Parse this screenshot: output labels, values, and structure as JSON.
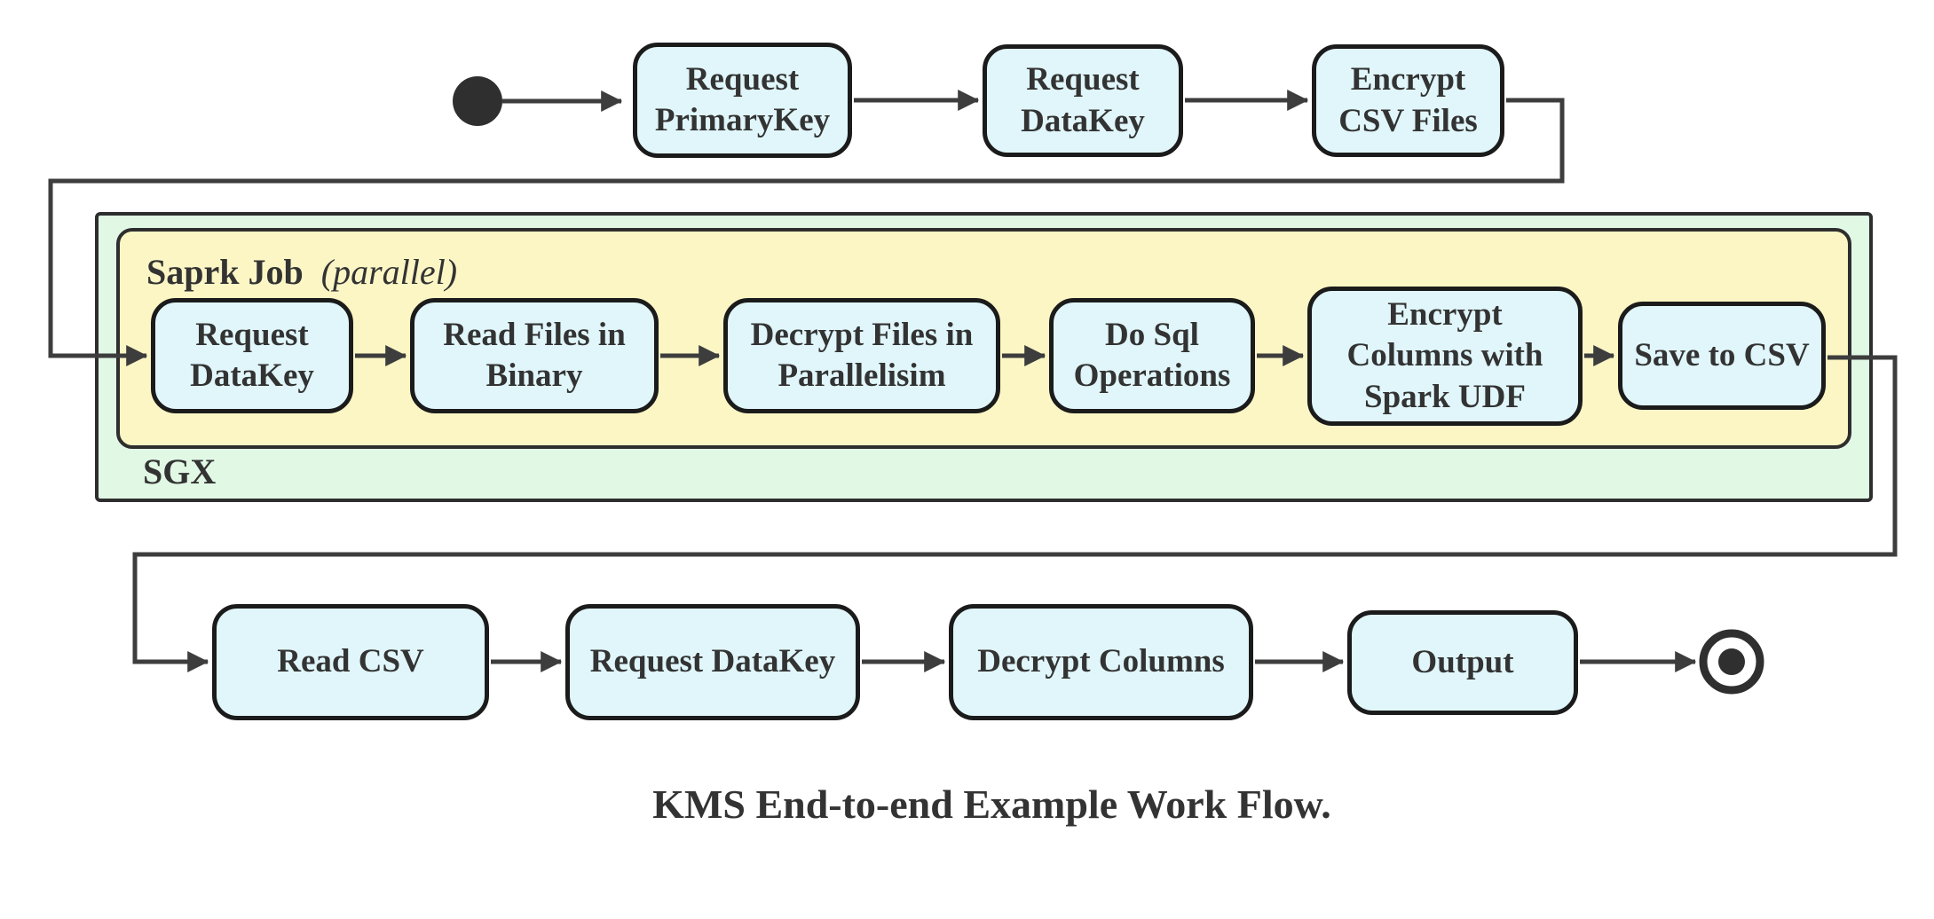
{
  "diagram_title": "KMS End-to-end Example Work Flow.",
  "colors": {
    "background": "#ffffff",
    "node_fill": "#e0f6fa",
    "node_border": "#1b1b1b",
    "spark_fill": "#fcf6c5",
    "sgx_fill": "#e1f8e5",
    "container_border": "#2e2e2e",
    "line": "#3d3d3d",
    "dot": "#2f2f2f",
    "text": "#333333"
  },
  "containers": {
    "sgx": {
      "label": "SGX"
    },
    "spark": {
      "label": "Saprk Job",
      "label_suffix": "(parallel)"
    }
  },
  "nodes": {
    "a1": {
      "label": "Request\nPrimaryKey"
    },
    "a2": {
      "label": "Request\nDataKey"
    },
    "a3": {
      "label": "Encrypt\nCSV Files"
    },
    "b1": {
      "label": "Request\nDataKey"
    },
    "b2": {
      "label": "Read Files in\nBinary"
    },
    "b3": {
      "label": "Decrypt Files in\nParallelisim"
    },
    "b4": {
      "label": "Do Sql\nOperations"
    },
    "b5": {
      "label": "Encrypt\nColumns with\nSpark UDF"
    },
    "b6": {
      "label": "Save to CSV"
    },
    "c1": {
      "label": "Read CSV"
    },
    "c2": {
      "label": "Request DataKey"
    },
    "c3": {
      "label": "Decrypt Columns"
    },
    "c4": {
      "label": "Output"
    }
  },
  "markers": {
    "start": "start-node",
    "end": "end-node"
  }
}
